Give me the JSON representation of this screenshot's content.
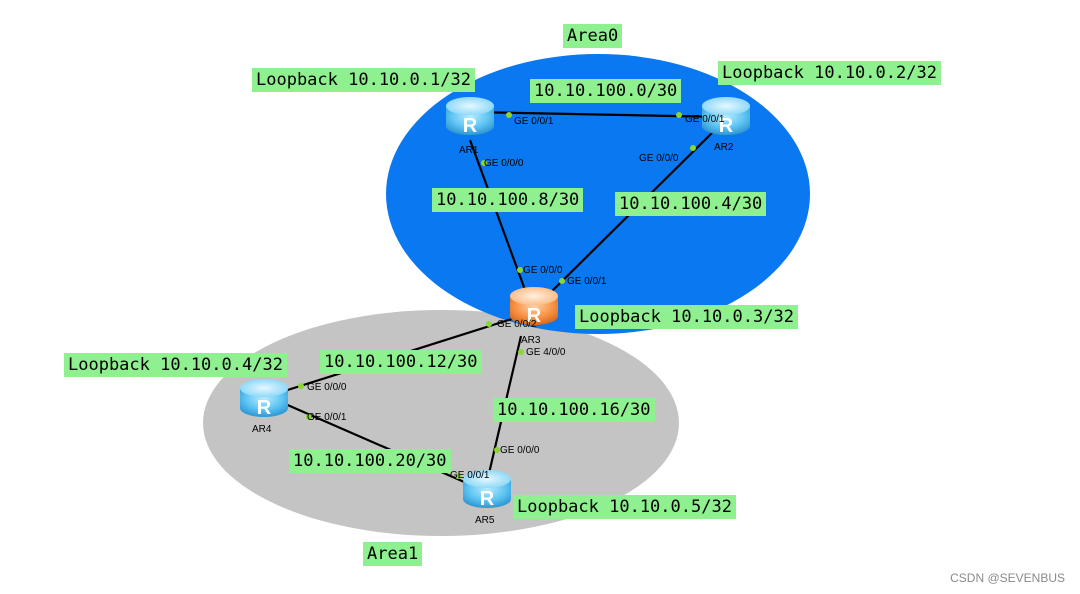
{
  "colors": {
    "area0_fill": "#0a78f0",
    "area1_fill": "#c4c4c4",
    "label_bg": "#8ef08e",
    "router_blue": "#5ec4f2",
    "router_orange": "#f99346",
    "port_dot": "#8bd630",
    "link": "#000000"
  },
  "areas": {
    "area0": "Area0",
    "area1": "Area1"
  },
  "routers": {
    "ar1": {
      "name": "AR1",
      "icon": "router-icon",
      "loopback": "Loopback 10.10.0.1/32"
    },
    "ar2": {
      "name": "AR2",
      "icon": "router-icon",
      "loopback": "Loopback 10.10.0.2/32"
    },
    "ar3": {
      "name": "AR3",
      "icon": "router-icon",
      "loopback": "Loopback 10.10.0.3/32"
    },
    "ar4": {
      "name": "AR4",
      "icon": "router-icon",
      "loopback": "Loopback 10.10.0.4/32"
    },
    "ar5": {
      "name": "AR5",
      "icon": "router-icon",
      "loopback": "Loopback 10.10.0.5/32"
    }
  },
  "subnets": {
    "ar1_ar2": "10.10.100.0/30",
    "ar1_ar3": "10.10.100.8/30",
    "ar2_ar3": "10.10.100.4/30",
    "ar3_ar4": "10.10.100.12/30",
    "ar3_ar5": "10.10.100.16/30",
    "ar4_ar5": "10.10.100.20/30"
  },
  "ports": {
    "ar1_to_ar2": "GE 0/0/1",
    "ar1_to_ar3": "GE 0/0/0",
    "ar2_to_ar1": "GE 0/0/1",
    "ar2_to_ar3": "GE 0/0/0",
    "ar3_to_ar1": "GE 0/0/0",
    "ar3_to_ar2": "GE 0/0/1",
    "ar3_to_ar4": "GE 0/0/2",
    "ar3_to_ar5": "GE 4/0/0",
    "ar4_to_ar3": "GE 0/0/0",
    "ar4_to_ar5": "GE 0/0/1",
    "ar5_to_ar3": "GE 0/0/0",
    "ar5_to_ar4": "GE 0/0/1"
  },
  "watermark": "CSDN @SEVENBUS"
}
